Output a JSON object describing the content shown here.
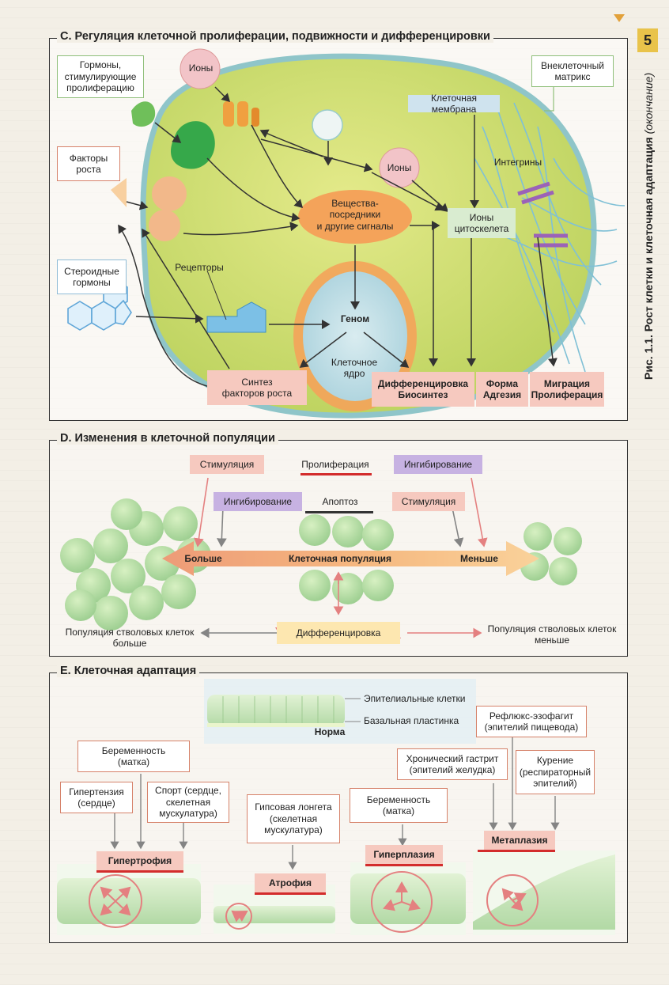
{
  "page": {
    "number": "5",
    "side_caption": "Рис. 1.1. Рост клетки и клеточная адаптация",
    "side_caption_note": "(окончание)"
  },
  "sectionC": {
    "title": "C. Регуляция клеточной пролиферации, подвижности и дифференцировки",
    "hormones": "Гормоны,\nстимулирующие\nпролиферацию",
    "ions_top": "Ионы",
    "growth_factors": "Факторы\nроста",
    "steroid": "Стероидные\nгормоны",
    "receptors": "Рецепторы",
    "ions_mid": "Ионы",
    "mediators": "Вещества-\nпосредники\nи другие сигналы",
    "membrane": "Клеточная мембрана",
    "ecm": "Внеклеточный\nматрикс",
    "integrins": "Интегрины",
    "cytoskeleton_ions": "Ионы\nцитоскелета",
    "genome": "Геном",
    "nucleus": "Клеточное\nядро",
    "synthesis": "Синтез\nфакторов роста",
    "diff_bio": "Дифференцировка\nБиосинтез",
    "form_adh": "Форма\nАдгезия",
    "migr_prol": "Миграция\nПролиферация"
  },
  "sectionD": {
    "title": "D. Изменения в клеточной популяции",
    "stim_top": "Стимуляция",
    "prolif": "Пролиферация",
    "inhib_top": "Ингибирование",
    "inhib_mid": "Ингибирование",
    "apoptosis": "Апоптоз",
    "stim_mid": "Стимуляция",
    "more": "Больше",
    "population": "Клеточная популяция",
    "less": "Меньше",
    "stem_more": "Популяция стволовых клеток\nбольше",
    "differentiation": "Дифференцировка",
    "stem_less": "Популяция стволовых клеток\nменьше"
  },
  "sectionE": {
    "title": "E. Клеточная адаптация",
    "epithelial": "Эпителиальные клетки",
    "basal": "Базальная пластинка",
    "norm": "Норма",
    "preg_uterus": "Беременность\n(матка)",
    "hypertension": "Гипертензия\n(сердце)",
    "sport": "Спорт (сердце,\nскелетная\nмускулатура)",
    "cast": "Гипсовая лонгета\n(скелетная\nмускулатура)",
    "hypertrophy": "Гипертрофия",
    "atrophy": "Атрофия",
    "reflux": "Рефлюкс-эзофагит\n(эпителий пищевода)",
    "gastritis": "Хронический гастрит\n(эпителий желудка)",
    "smoking": "Курение\n(респираторный\nэпителий)",
    "preg_uterus2": "Беременность\n(матка)",
    "hyperplasia": "Гиперплазия",
    "metaplasia": "Метаплазия"
  },
  "colors": {
    "cell_green": "#c9dc6a",
    "pink_box": "#f6c9bf",
    "lilac_box": "#c7b2e2",
    "orange_arrow": "#f08a2c",
    "red_arrow": "#d32c2c",
    "page_number_bg": "#e9c34a"
  }
}
